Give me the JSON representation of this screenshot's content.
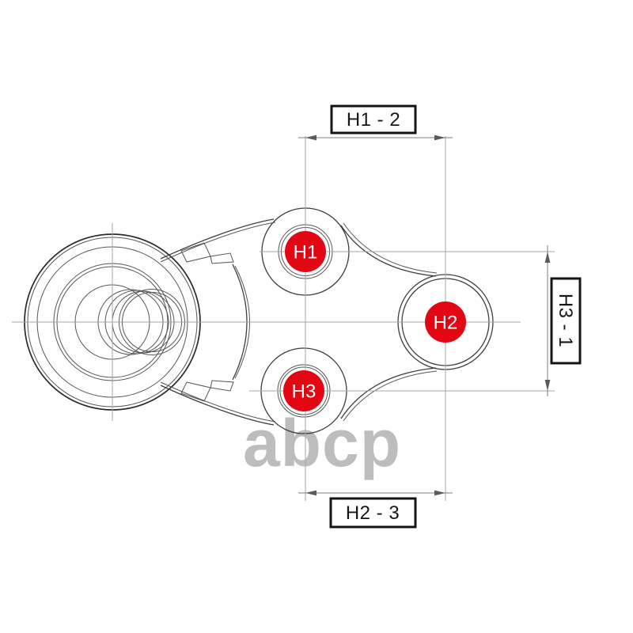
{
  "drawing": {
    "hole_markers": [
      {
        "id": "h1",
        "label": "H1"
      },
      {
        "id": "h2",
        "label": "H2"
      },
      {
        "id": "h3",
        "label": "H3"
      }
    ],
    "dimension_labels": {
      "top": "H1 - 2",
      "bottom": "H2 - 3",
      "right": "H3 - 1"
    },
    "watermark": {
      "text": "abcp",
      "color": "#bdbdbd"
    },
    "colors": {
      "marker_fill": "#e30613",
      "marker_text": "#ffffff",
      "outline": "#3f3f3f",
      "centerline": "#a6a6a6",
      "dimension_line": "#7d7d7d",
      "label_border": "#141414"
    }
  }
}
